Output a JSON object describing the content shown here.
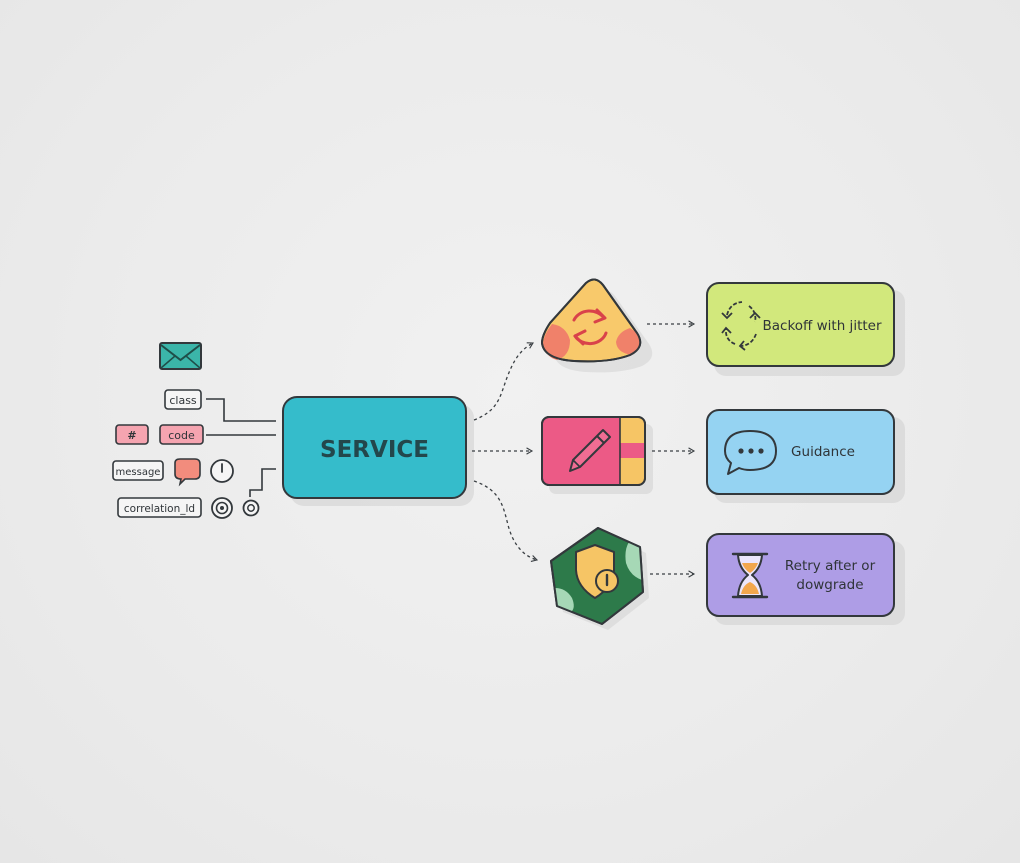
{
  "colors": {
    "background": "#ececec",
    "outline": "#33383c",
    "service_fill": "#35bccb",
    "backoff_fill": "#d2e87c",
    "guidance_fill": "#95d3f2",
    "retry_fill": "#ae9de6",
    "triangle_fill": "#f8c96b",
    "triangle_accent": "#f0816a",
    "pencil_fill": "#ec5a86",
    "pencil_accent": "#f6c565",
    "shield_fill": "#2d7a4a",
    "shield_inner": "#f6c565",
    "envelope_fill": "#3bb5a9",
    "tag_pink": "#f5a4b0",
    "tag_plain": "#f5f5f5",
    "bubble_red": "#f28c7d"
  },
  "icons": {
    "envelope": "envelope-icon",
    "speech_bubble": "speech-bubble-icon",
    "clock": "clock-icon",
    "target": "target-icon",
    "refresh": "refresh-icon",
    "pencil": "pencil-icon",
    "shield": "shield-icon",
    "cycle_arrows": "cycle-arrows-icon",
    "chat_dots": "chat-dots-icon",
    "hourglass": "hourglass-icon"
  },
  "fields": {
    "class": "class",
    "hash": "#",
    "code": "code",
    "message": "message",
    "correlation_id": "correlation_ld"
  },
  "service": {
    "label": "SERVICE"
  },
  "outcomes": {
    "backoff": "Backoff with jitter",
    "guidance": "Guidance",
    "retry_line1": "Retry after or",
    "retry_line2": "dowgrade"
  }
}
